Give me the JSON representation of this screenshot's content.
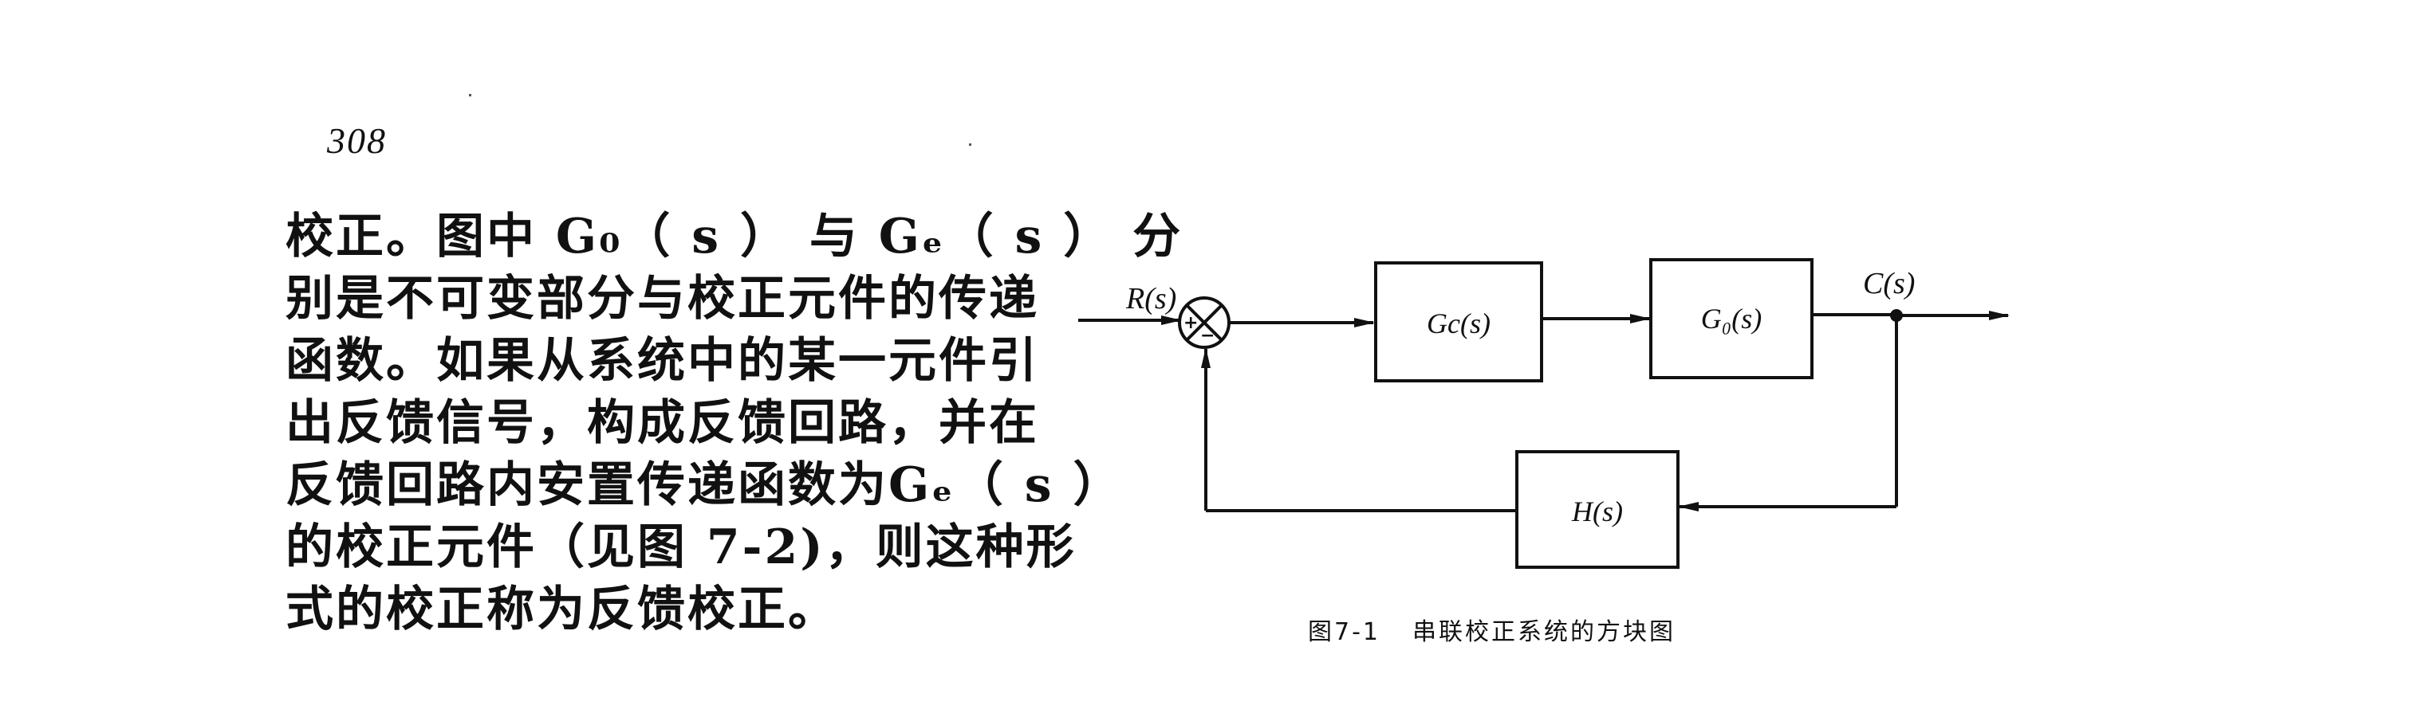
{
  "page_number": "308",
  "paragraph_lines": [
    "校正。图中 G₀（ s ） 与 Gₑ（ s ） 分",
    "别是不可变部分与校正元件的传递",
    "函数。如果从系统中的某一元件引",
    "出反馈信号，构成反馈回路，并在",
    "反馈回路内安置传递函数为Gₑ（ s ）",
    "的校正元件（见图 7-2)，则这种形",
    "式的校正称为反馈校正。"
  ],
  "diagram": {
    "input_label": "R(s)",
    "output_label": "C(s)",
    "junction_signs": [
      "+",
      "−"
    ],
    "blocks": {
      "controller": "Gc(s)",
      "plant": "G₀(s)",
      "feedback": "H(s)"
    }
  },
  "caption": {
    "number": "图7-1",
    "title": "串联校正系统的方块图"
  }
}
